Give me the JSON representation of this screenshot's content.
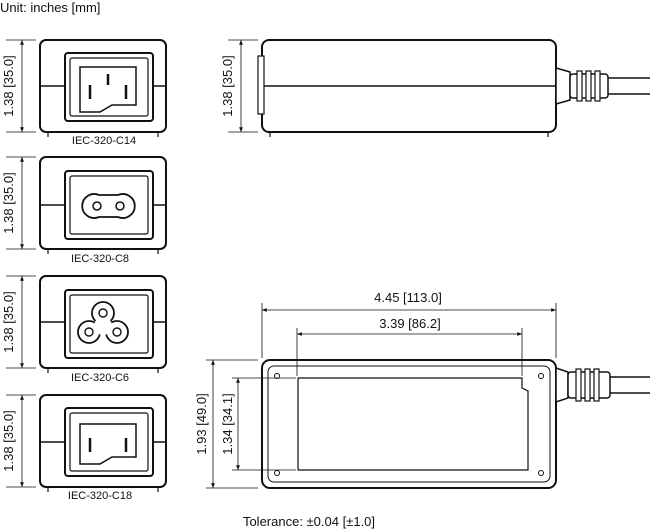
{
  "header": {
    "unit": "Unit: inches [mm]"
  },
  "views": {
    "c14": {
      "height_dim": "1.38 [35.0]",
      "label": "IEC-320-C14"
    },
    "c8": {
      "height_dim": "1.38 [35.0]",
      "label": "IEC-320-C8"
    },
    "c6": {
      "height_dim": "1.38 [35.0]",
      "label": "IEC-320-C6"
    },
    "c18": {
      "height_dim": "1.38 [35.0]",
      "label": "IEC-320-C18"
    },
    "side": {
      "height_dim": "1.38 [35.0]"
    },
    "top": {
      "overall_length": "4.45 [113.0]",
      "label_length": "3.39 [86.2]",
      "overall_width": "1.93 [49.0]",
      "label_width": "1.34 [34.1]"
    }
  },
  "footer": {
    "tolerance": "Tolerance: ±0.04 [±1.0]"
  }
}
